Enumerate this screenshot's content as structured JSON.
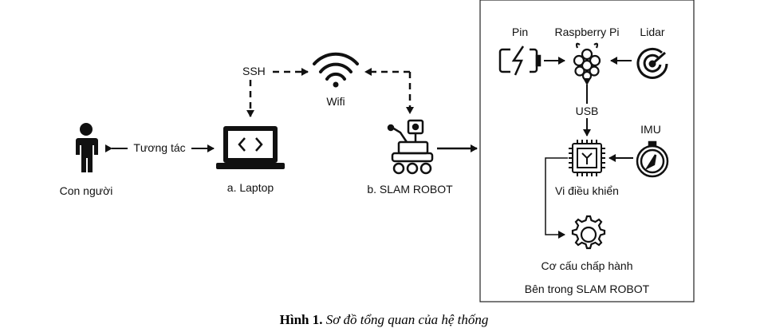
{
  "diagram": {
    "ssh_label": "SSH",
    "wifi_label": "Wifi",
    "interaction_label": "Tương tác",
    "person_label": "Con người",
    "laptop_label": "a. Laptop",
    "robot_label": "b. SLAM ROBOT",
    "inside_box_label": "Bên trong SLAM ROBOT",
    "pin_label": "Pin",
    "raspberry_label": "Raspberry Pi",
    "lidar_label": "Lidar",
    "usb_label": "USB",
    "imu_label": "IMU",
    "mcu_label": "Vi điều khiển",
    "actuator_label": "Cơ cấu chấp hành"
  },
  "caption": {
    "prefix": "Hình 1.",
    "text": "Sơ đồ tổng quan của hệ thống"
  }
}
